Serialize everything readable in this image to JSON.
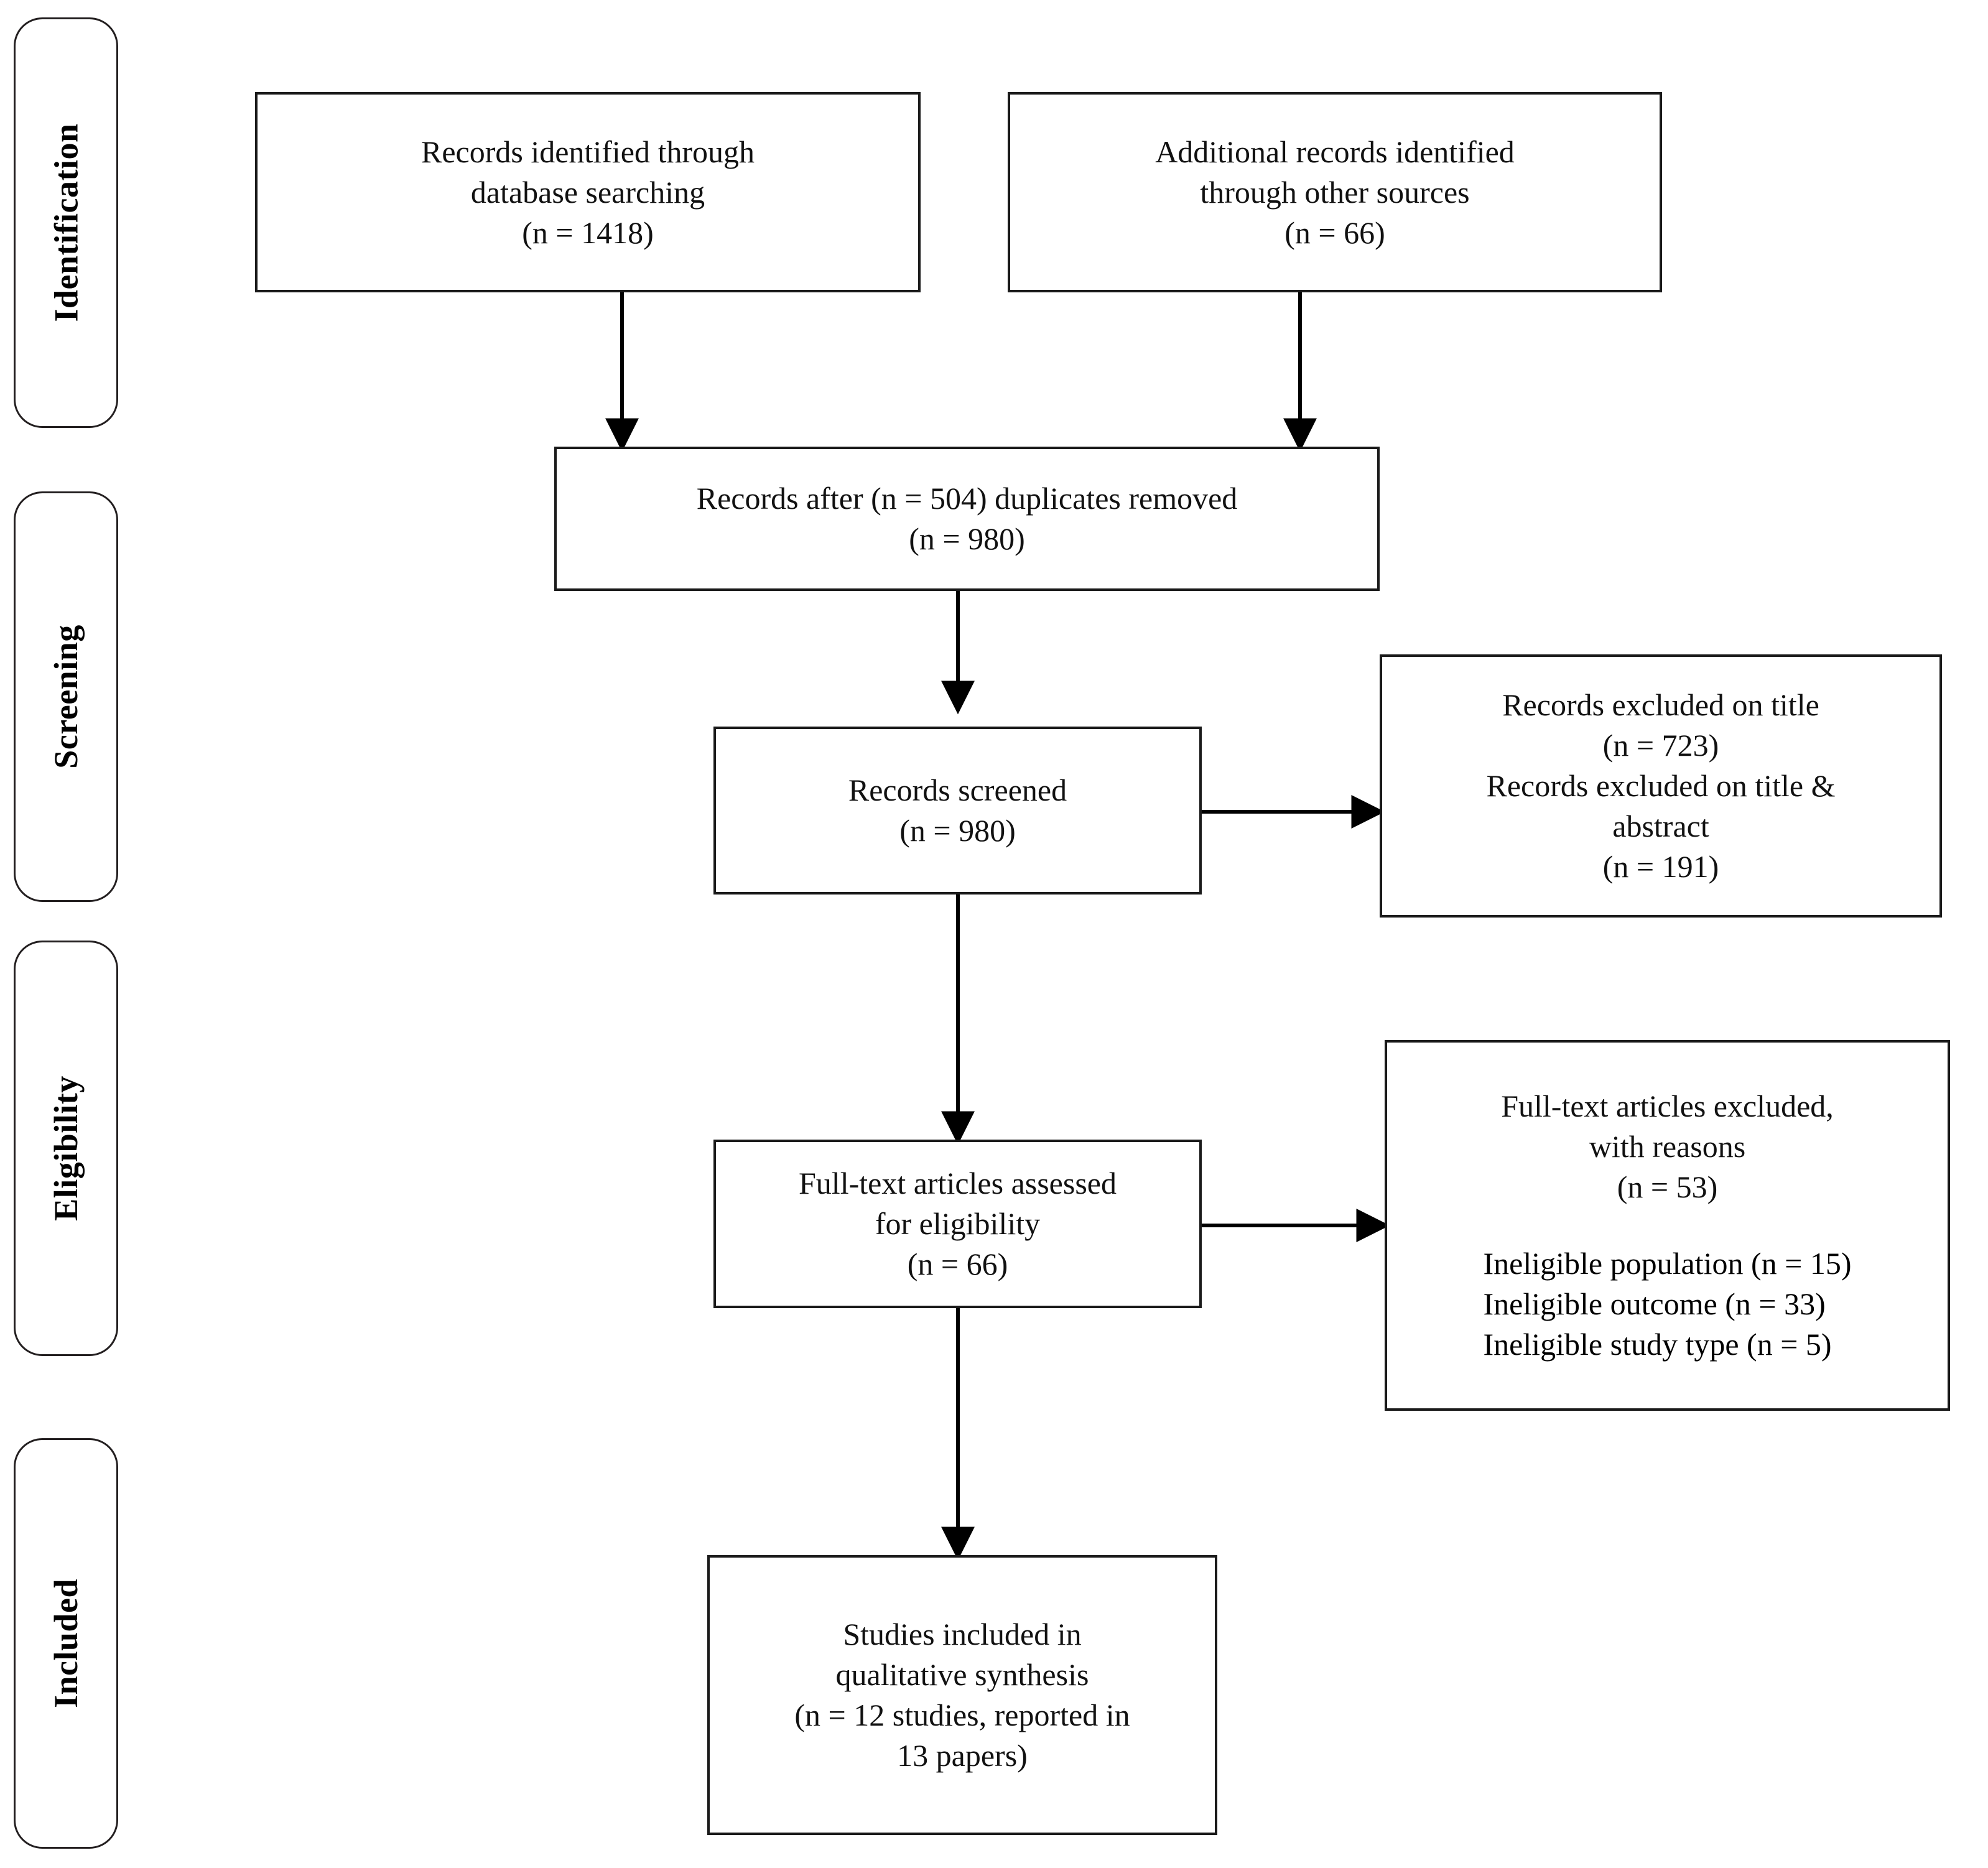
{
  "diagram": {
    "type": "PRISMA flow diagram",
    "stages": [
      {
        "id": "identification",
        "label": "Identification"
      },
      {
        "id": "screening",
        "label": "Screening"
      },
      {
        "id": "eligibility",
        "label": "Eligibility"
      },
      {
        "id": "included",
        "label": "Included"
      }
    ],
    "boxes": {
      "database_search": {
        "text": "Records identified through\ndatabase searching\n(n = 1418)",
        "count": 1418
      },
      "other_sources": {
        "text": "Additional records identified\nthrough other sources\n(n = 66)",
        "count": 66
      },
      "duplicates_removed": {
        "text": "Records after (n = 504) duplicates removed\n(n = 980)",
        "duplicates": 504,
        "count": 980
      },
      "records_screened": {
        "text": "Records screened\n(n = 980)",
        "count": 980
      },
      "records_excluded": {
        "text": "Records excluded on title\n(n = 723)\nRecords excluded on title &\nabstract\n(n = 191)",
        "excluded_on_title": 723,
        "excluded_on_title_abstract": 191
      },
      "fulltext_assessed": {
        "text": "Full-text articles assessed\nfor eligibility\n(n = 66)",
        "count": 66
      },
      "fulltext_excluded": {
        "heading": "Full-text articles excluded,\nwith reasons\n(n = 53)",
        "count": 53,
        "reasons": "Ineligible population (n = 15)\nIneligible outcome (n = 33)\nIneligible study type (n = 5)",
        "reason_items": [
          {
            "label": "Ineligible population",
            "n": 15
          },
          {
            "label": "Ineligible outcome",
            "n": 33
          },
          {
            "label": "Ineligible study type",
            "n": 5
          }
        ]
      },
      "studies_included": {
        "text": "Studies included in\nqualitative synthesis\n(n = 12 studies, reported in\n13 papers)",
        "studies": 12,
        "papers": 13
      }
    },
    "colors": {
      "box_border": "#1a1a1a",
      "pill_border": "#231f20",
      "connector": "#000000",
      "background": "#ffffff"
    }
  }
}
